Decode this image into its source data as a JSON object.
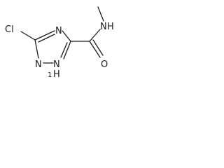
{
  "molecule": {
    "atoms": {
      "chlorine": "Cl",
      "ring_n_top": "N",
      "ring_n_left": "N",
      "ring_nh": "N",
      "ring_nh_h": "H",
      "ring_nh_count": "1",
      "amide_n": "N",
      "amide_h": "H",
      "oxygen": "O"
    }
  }
}
